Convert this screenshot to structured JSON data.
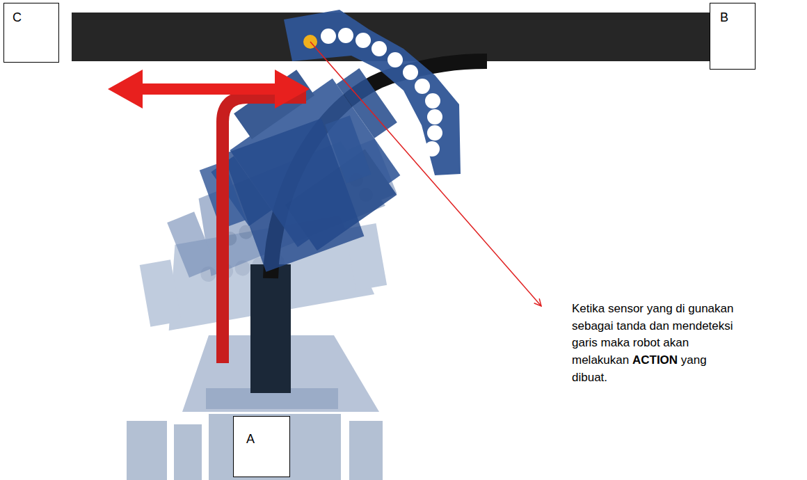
{
  "diagram": {
    "nodes": [
      {
        "text": [
          "C"
        ]
      },
      {
        "text": [
          "B"
        ]
      },
      {
        "text": [
          "A"
        ]
      }
    ],
    "labels": [
      "Ketika sensor yang di gunakan sebagai tanda dan mendeteksi garis maka robot akan melakukan",
      "ACTION",
      "yang dibuat."
    ]
  }
}
